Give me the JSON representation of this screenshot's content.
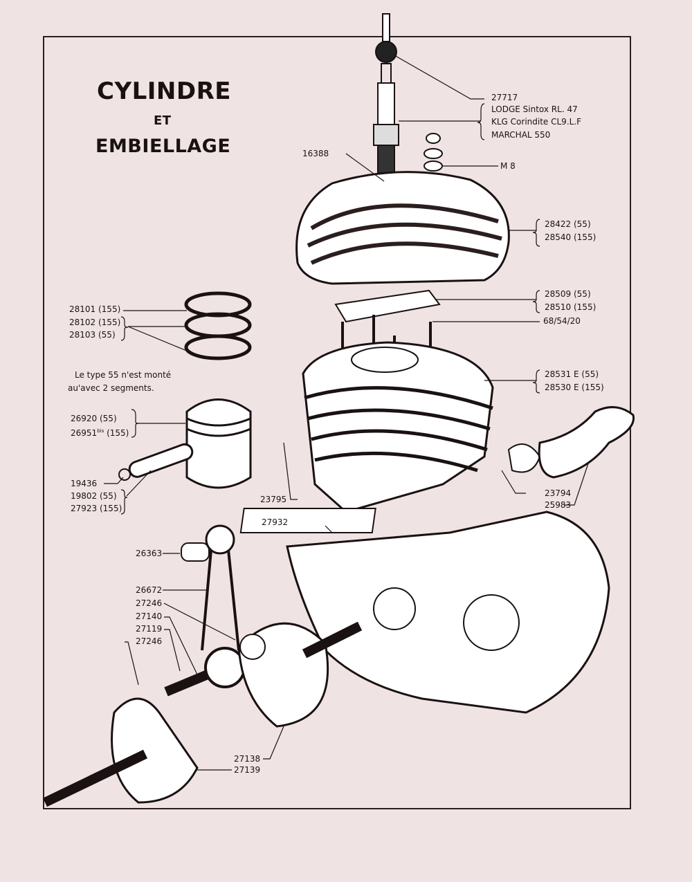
{
  "title": {
    "line1": "CYLINDRE",
    "line2": "ET",
    "line3": "EMBIELLAGE"
  },
  "note": {
    "line1": "Le type 55 n'est monté",
    "line2": "au'avec 2 segments."
  },
  "labels": {
    "spark_plug_ref": "27717",
    "spark_plug_opt1": "LODGE Sintox RL. 47",
    "spark_plug_opt2": "KLG Corindite CL9.L.F",
    "spark_plug_opt3": "MARCHAL 550",
    "nut": "M 8",
    "plug_gasket": "16388",
    "head_55": "28422 (55)",
    "head_155": "28540 (155)",
    "head_gasket_55": "28509 (55)",
    "head_gasket_155": "28510 (155)",
    "studs": "68/54/20",
    "cylinder_55": "28531 E (55)",
    "cylinder_155": "28530 E (155)",
    "ring1": "28101 (155)",
    "ring2": "28102 (155)",
    "ring3": "28103 (55)",
    "piston_55": "26920 (55)",
    "piston_155_num": "26951",
    "piston_155_sup": "bis",
    "piston_155_suffix": "(155)",
    "circlip": "19436",
    "pin_55": "19802 (55)",
    "pin_155": "27923 (155)",
    "exhaust_gasket": "23794",
    "exhaust_pipe": "25983",
    "cylinder_stud": "23795",
    "base_gasket": "27932",
    "small_end_bush": "26363",
    "conrod": "26672",
    "washer_a": "27246",
    "crankpin": "27140",
    "roller_cage": "27119",
    "washer_b": "27246",
    "flywheel_right": "27138",
    "flywheel_left": "27139"
  },
  "colors": {
    "background": "#efe3e3",
    "ink": "#1a1212"
  }
}
